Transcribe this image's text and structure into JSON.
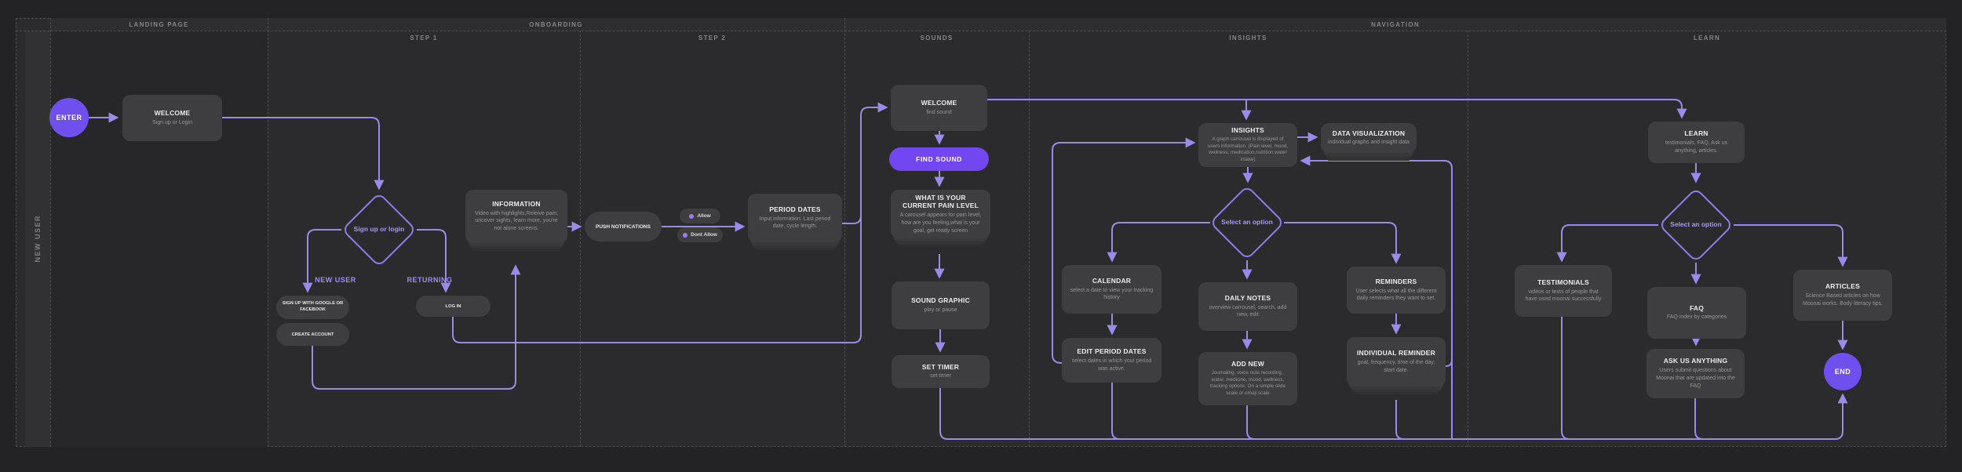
{
  "headers": {
    "landing_page": "LANDING PAGE",
    "onboarding": "ONBOARDING",
    "navigation": "NAVIGATION",
    "step1": "STEP 1",
    "step2": "STEP 2",
    "sounds": "SOUNDS",
    "insights": "INSIGHTS",
    "learn": "LEARN",
    "lane_new_user": "NEW USER"
  },
  "colors": {
    "accent_circle": "#6f50ee",
    "find_sound_button": "#7247f2",
    "edge_purple": "#988ce8",
    "diamond_purple": "#9d8cf2",
    "node_fill": "#3e3e40",
    "background": "#232325"
  },
  "branch_labels": {
    "new_user": "NEW USER",
    "returning": "RETURNING"
  },
  "nodes": {
    "enter": {
      "label": "ENTER"
    },
    "end": {
      "label": "END"
    },
    "welcome_landing": {
      "title": "WELCOME",
      "subtitle": "Sign up or Login"
    },
    "signup_or_login": {
      "label": "Sign up or login"
    },
    "signup_google": {
      "label": "SIGN UP WITH GOOGLE OR FACEBOOK"
    },
    "create_account": {
      "label": "CREATE ACCOUNT"
    },
    "log_in": {
      "label": "LOG IN"
    },
    "information": {
      "title": "INFORMATION",
      "subtitle": "Video with highlights,Releive pain, uncover sights, learn more, you're not alone screens."
    },
    "push_notifications": {
      "label": "PUSH NOTIFICATIONS"
    },
    "allow": {
      "label": "Allow"
    },
    "dont_allow": {
      "label": "Dont Allow"
    },
    "period_dates": {
      "title": "PERIOD DATES",
      "subtitle": "Input information: Last period date, cycle length."
    },
    "welcome_sound": {
      "title": "WELCOME",
      "subtitle": "find sound"
    },
    "find_sound": {
      "label": "FIND SOUND"
    },
    "pain_level": {
      "title": "WHAT IS YOUR CURRENT PAIN LEVEL",
      "subtitle": "A carousel appears for pain level, how are you feeling,what is your goal, get ready screen"
    },
    "sound_graphic": {
      "title": "SOUND GRAPHIC",
      "subtitle": "play or pause"
    },
    "set_timer": {
      "title": "SET TIMER",
      "subtitle": "set timer"
    },
    "insights_box": {
      "title": "INSIGHTS",
      "subtitle": "A graph carrousel is displayed of users information. (Pain level, mood, wellness, medication,nutrition,water intake)"
    },
    "data_visualization": {
      "title": "DATA VISUALIZATION",
      "subtitle": "individual graphs and insight data"
    },
    "select_option_insights": {
      "label": "Select an option"
    },
    "calendar": {
      "title": "CALENDAR",
      "subtitle": "select a date to view your tracking history"
    },
    "daily_notes": {
      "title": "DAILY NOTES",
      "subtitle": "overview carrousel, search, add new, edit"
    },
    "reminders": {
      "title": "REMINDERS",
      "subtitle": "User selects what all the different daily reminders they want to set."
    },
    "edit_period_dates": {
      "title": "EDIT PERIOD DATES",
      "subtitle": "select dates in which your period was active."
    },
    "add_new": {
      "title": "ADD NEW",
      "subtitle": "Journaling, voice note recording , water, medicine, mood, wellness, tracking options. On a simple slide scale or emoji scale"
    },
    "individual_reminder": {
      "title": "INDIVIDUAL REMINDER",
      "subtitle": "goal, frequency, time of the day, start date."
    },
    "learn_box": {
      "title": "LEARN",
      "subtitle": "testimonials, FAQ, Ask us anything, articles."
    },
    "select_option_learn": {
      "label": "Select an option"
    },
    "testimonials": {
      "title": "TESTIMONIALS",
      "subtitle": "videos or texts of people that have used moonai successfully"
    },
    "faq": {
      "title": "FAQ",
      "subtitle": "FAQ index by categories"
    },
    "articles": {
      "title": "ARTICLES",
      "subtitle": "Science Based articles on how Moonai works. Body literacy tips."
    },
    "ask_us_anything": {
      "title": "ASK US ANYTHING",
      "subtitle": "Users submit questions about Moonai that are updated into the FAQ"
    }
  }
}
